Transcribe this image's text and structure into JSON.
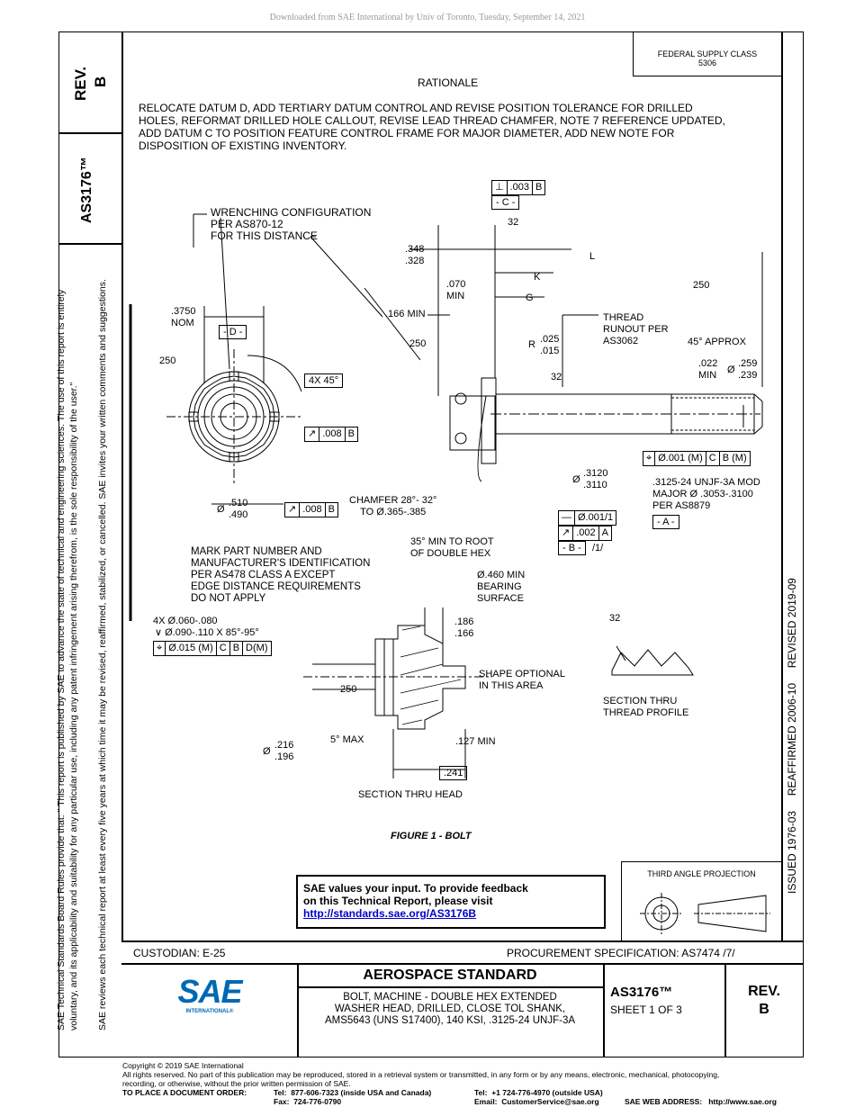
{
  "header_download": "Downloaded from SAE International by Univ of Toronto, Tuesday, September 14, 2021",
  "supply_class": {
    "line1": "FEDERAL SUPPLY CLASS",
    "line2": "5306"
  },
  "rev_corner": {
    "label": "REV.",
    "value": "B"
  },
  "doc_number_vertical": "AS3176™",
  "rationale": {
    "title": "RATIONALE",
    "text": "RELOCATE DATUM D, ADD TERTIARY DATUM CONTROL AND REVISE POSITION TOLERANCE FOR DRILLED\nHOLES, REFORMAT DRILLED HOLE CALLOUT, REVISE LEAD THREAD CHAMFER, NOTE 7 REFERENCE UPDATED,\nADD DATUM C TO POSITION FEATURE CONTROL FRAME FOR MAJOR DIAMETER, ADD NEW NOTE FOR\nDISPOSITION OF EXISTING INVENTORY."
  },
  "left_margin": {
    "line1": "SAE Technical Standards Board Rules provide that: \"  This report is published by SAE to advance the state of technical and engineering sciences. The use of this report is entirely",
    "line2": "voluntary, and its applicability and suitability for any particular use, including any patent infringement arising therefrom, is the sole responsibility of the user.\"",
    "line3": "SAE reviews each technical report at least every five years at which time it may be revised, reaffirmed, stabilized, or cancelled. SAE invites your written comments and suggestions."
  },
  "right_margin": "ISSUED 1976-03     REAFFIRMED 2006-10     REVISED 2019-09",
  "drawing": {
    "fcf_perp": {
      "sym": "⊥",
      "tol": ".003",
      "datum": "B"
    },
    "datum_c": "- C -",
    "surface_32_top": "32",
    "wrenching_note": "WRENCHING CONFIGURATION\nPER AS870-12\nFOR THIS DISTANCE",
    "dim_348": ".348\n.328",
    "dim_L": "L",
    "dim_K": "K",
    "dim_G": "G",
    "dim_070": ".070\nMIN",
    "dim_166min": ".166 MIN",
    "dim_3750": ".3750\nNOM",
    "datum_d": "- D -",
    "surf_250_a": "250",
    "surf_250_b": "250",
    "surf_250_c": "250",
    "surf_250_d": "250",
    "radius": "R",
    "radius_val": ".025\n.015",
    "thread_runout": "THREAD\nRUNOUT PER\nAS3062",
    "chamfer_45": "45° APPROX",
    "dim_022": ".022\nMIN",
    "dia_259": ".259\n.239",
    "dia_sym": "Ø",
    "four_x_45": "4X 45°",
    "surf_32_mid": "32",
    "fcf_prof1": {
      "tol": ".008",
      "datum": "B"
    },
    "fcf_pos1": {
      "tol": "Ø.001",
      "mod": "M",
      "d1": "C",
      "d2": "B",
      "d2mod": "M"
    },
    "dia_510": ".510\n.490",
    "fcf_prof2": {
      "tol": ".008",
      "datum": "B"
    },
    "chamfer_note": "CHAMFER 28°- 32°\nTO Ø.365-.385",
    "dia_3120": ".3120\n.3110",
    "thread_note": ".3125-24 UNJF-3A MOD\nMAJOR Ø .3053-.3100\nPER AS8879",
    "fcf_straight": {
      "tol": "Ø.001/1"
    },
    "fcf_runout": {
      "tol": ".002",
      "datum": "A"
    },
    "datum_a": "- A -",
    "datum_b": "- B -",
    "per_1": "/1/",
    "min_root": "35° MIN TO ROOT\nOF DOUBLE HEX",
    "mark_note": "MARK PART NUMBER AND\nMANUFACTURER'S IDENTIFICATION\nPER AS478 CLASS A EXCEPT\nEDGE DISTANCE REQUIREMENTS\nDO NOT APPLY",
    "bearing": "Ø.460 MIN\nBEARING\nSURFACE",
    "holes": "4X Ø.060-.080",
    "csk": "Ø.090-.110 X 85°-95°",
    "fcf_pos2": {
      "tol": "Ø.015",
      "mod": "M",
      "d1": "C",
      "d2": "B",
      "d3": "D",
      "d3mod": "M"
    },
    "dim_186": ".186\n.166",
    "shape_optional": "SHAPE OPTIONAL\nIN THIS AREA",
    "surf_32_thr": "32",
    "section_thread": "SECTION THRU\nTHREAD PROFILE",
    "five_max": "5° MAX",
    "dim_127": ".127 MIN",
    "dia_216": ".216\n.196",
    "dim_241": ".241",
    "section_head": "SECTION THRU HEAD",
    "figure_caption": "FIGURE 1 - BOLT"
  },
  "feedback": {
    "line1": "SAE values your input. To provide feedback",
    "line2": "on this Technical Report, please visit",
    "link": "http://standards.sae.org/AS3176B"
  },
  "projection": "THIRD ANGLE PROJECTION",
  "custodian": "CUSTODIAN: E-25",
  "procurement": "PROCUREMENT SPECIFICATION: AS7474 /7/",
  "standard_title": "AEROSPACE STANDARD",
  "part_desc": "BOLT, MACHINE - DOUBLE HEX EXTENDED\nWASHER HEAD, DRILLED, CLOSE TOL SHANK,\nAMS5643 (UNS S17400), 140 KSI, .3125-24 UNJF-3A",
  "doc_number": "AS3176™",
  "sheet": "SHEET 1 OF 3",
  "rev_box": {
    "label": "REV.",
    "value": "B"
  },
  "logo": {
    "text": "SAE",
    "sub": "INTERNATIONAL®"
  },
  "footer": {
    "copyright": "Copyright © 2019 SAE International",
    "rights": "All rights reserved. No part of this publication may be reproduced, stored in a retrieval system or transmitted, in any form or by any means, electronic, mechanical, photocopying,",
    "rights2": "recording, or otherwise, without the prior written permission of SAE.",
    "order_label": "TO PLACE A DOCUMENT ORDER:",
    "tel_usa": "Tel:  877-606-7323 (inside USA and Canada)",
    "fax": "Fax:  724-776-0790",
    "tel_out": "Tel:  +1 724-776-4970 (outside USA)",
    "email": "Email:  CustomerService@sae.org",
    "web": "SAE WEB ADDRESS:   http://www.sae.org"
  },
  "colors": {
    "link": "#0000cc",
    "logo": "#0069b4"
  }
}
